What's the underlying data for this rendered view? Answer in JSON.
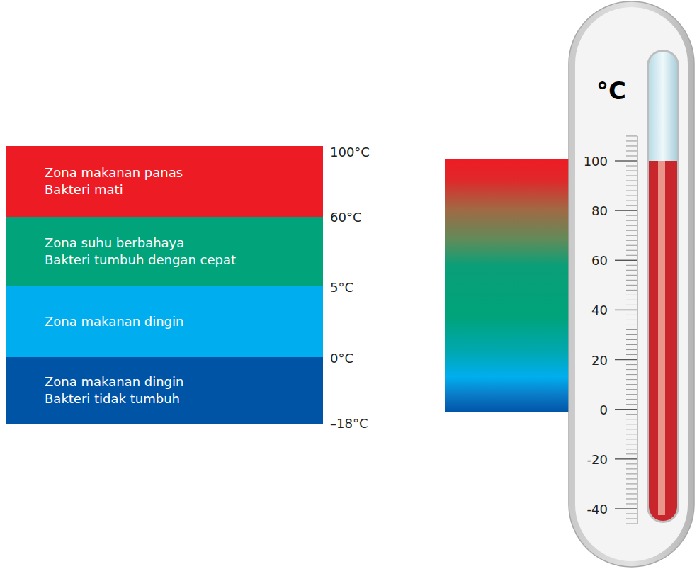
{
  "diagram": {
    "nodes": [
      {
        "text": [
          "Zona makanan panas",
          "Bakteri mati"
        ]
      },
      {
        "text": [
          "Zona suhu berbahaya",
          "Bakteri tumbuh dengan cepat"
        ]
      },
      {
        "text": [
          "Zona makanan dingin"
        ]
      },
      {
        "text": [
          "Zona makanan dingin",
          "Bakteri tidak tumbuh"
        ]
      }
    ],
    "labels": [
      "100°C",
      "60°C",
      "5°C",
      "0°C",
      "–18°C",
      "°C",
      "100",
      "80",
      "60",
      "40",
      "20",
      "0",
      "-20",
      "-40"
    ]
  }
}
